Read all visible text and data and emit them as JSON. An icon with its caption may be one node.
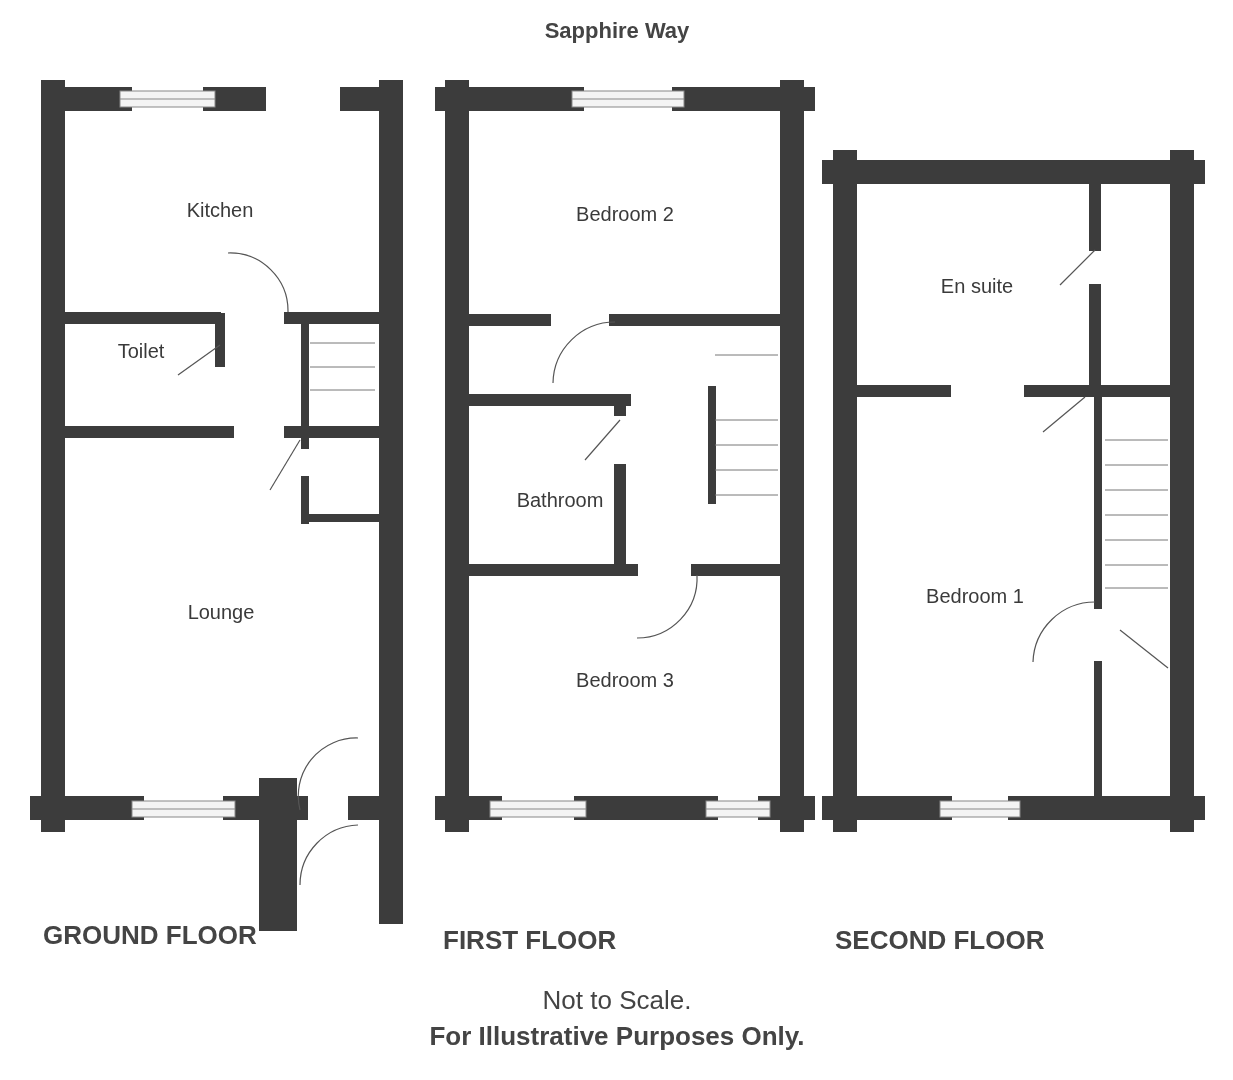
{
  "diagram": {
    "nodes": [
      {
        "text": [
          "GROUND FLOOR"
        ]
      },
      {
        "text": [
          "Kitchen"
        ],
        "in": 0
      },
      {
        "text": [
          "Toilet"
        ],
        "in": 0
      },
      {
        "text": [
          "Lounge"
        ],
        "in": 0
      },
      {
        "text": [
          "FIRST FLOOR"
        ]
      },
      {
        "text": [
          "Bedroom 2"
        ],
        "in": 4
      },
      {
        "text": [
          "Bathroom"
        ],
        "in": 4
      },
      {
        "text": [
          "Bedroom 3"
        ],
        "in": 4
      },
      {
        "text": [
          "SECOND FLOOR"
        ]
      },
      {
        "text": [
          "En suite"
        ],
        "in": 8
      },
      {
        "text": [
          "Bedroom 1"
        ],
        "in": 8
      }
    ],
    "edges": [],
    "labels": [
      "Sapphire Way",
      "Not to Scale.",
      "For Illustrative Purposes Only."
    ]
  }
}
